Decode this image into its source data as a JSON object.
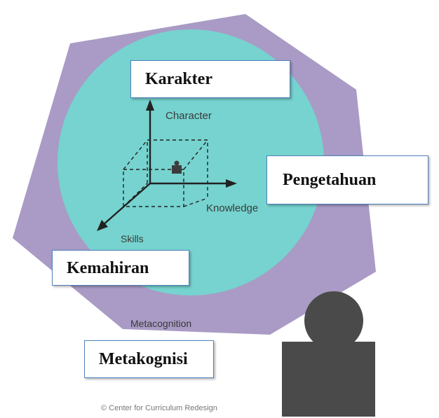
{
  "diagram": {
    "axis_labels": {
      "character": "Character",
      "knowledge": "Knowledge",
      "skills": "Skills"
    },
    "outer_label": "Metacognition",
    "copyright": "© Center for Curriculum Redesign"
  },
  "callouts": {
    "karakter": "Karakter",
    "pengetahuan": "Pengetahuan",
    "kemahiran": "Kemahiran",
    "metakognisi": "Metakognisi"
  },
  "colors": {
    "hexagon": "#a99bc5",
    "circle": "#76d3cf",
    "person": "#4a4a4a",
    "callout_border": "#4f81bd"
  }
}
